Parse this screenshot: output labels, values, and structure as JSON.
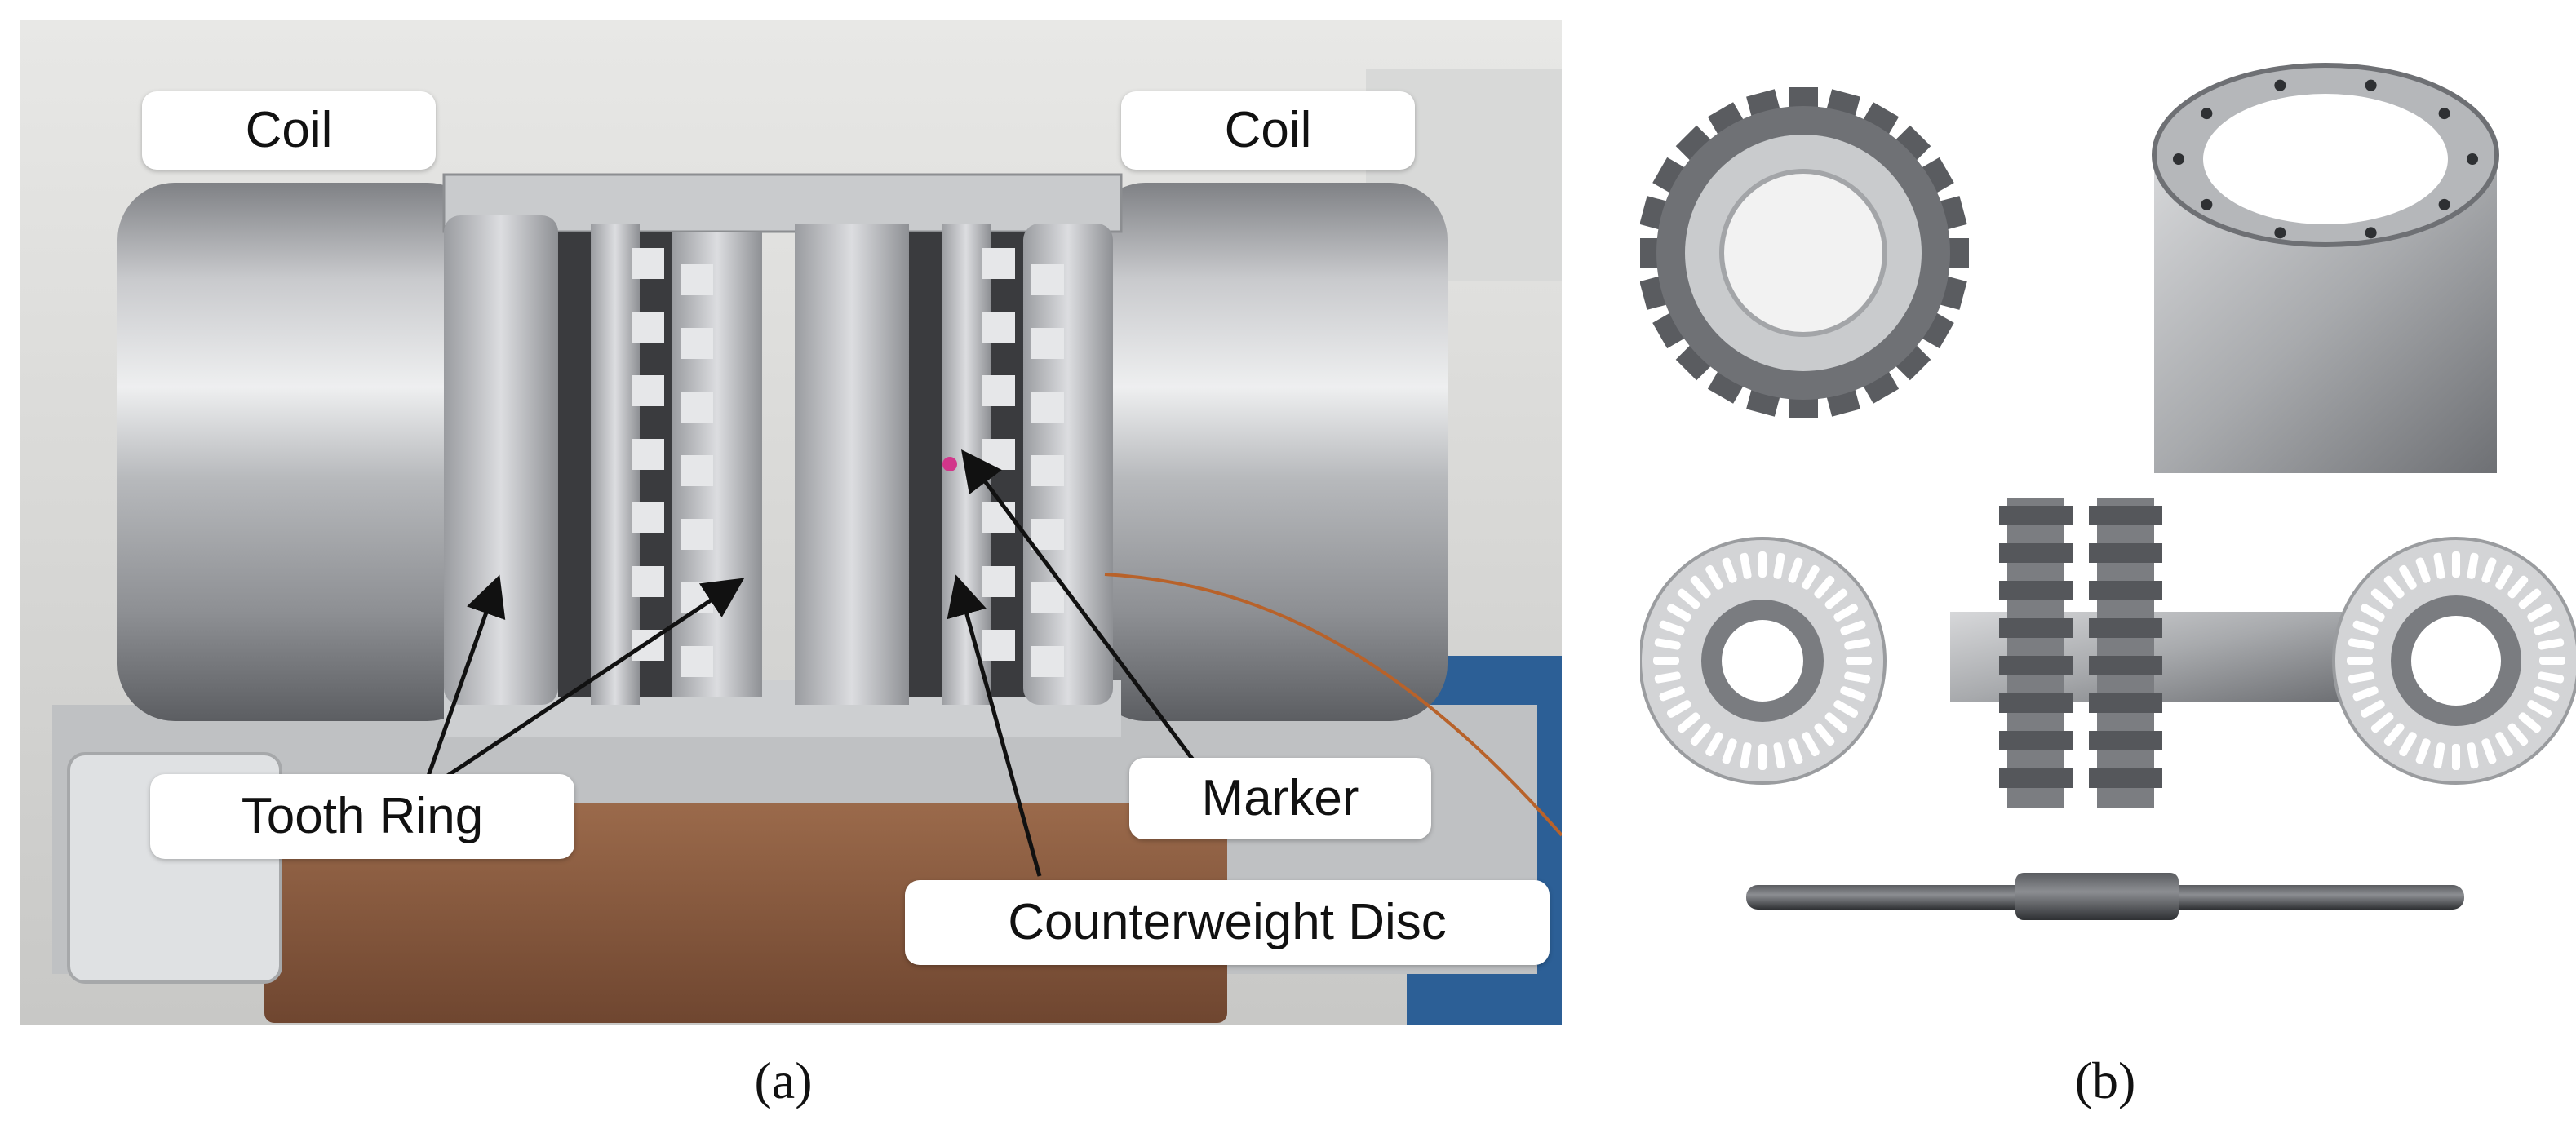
{
  "panel_a": {
    "labels": {
      "coil_left": "Coil",
      "coil_right": "Coil",
      "tooth_ring": "Tooth Ring",
      "marker": "Marker",
      "counterweight_disc": "Counterweight Disc"
    },
    "caption": "(a)"
  },
  "panel_b": {
    "caption": "(b)"
  },
  "colors": {
    "metal_light": "#d9d9db",
    "metal_mid": "#a7a9ad",
    "metal_dark": "#4a4c50",
    "base_copper": "#8a5a3e",
    "background_blue": "#2c5f96",
    "marker_dot": "#d2358a"
  }
}
